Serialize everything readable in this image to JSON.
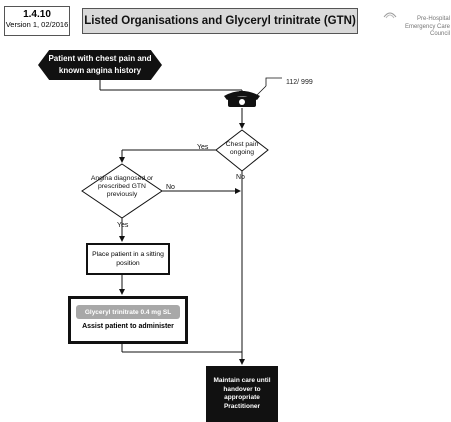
{
  "header": {
    "code": "1.4.10",
    "version": "Version 1, 02/2016",
    "title": "Listed Organisations and Glyceryl trinitrate (GTN)",
    "org_line1": "Pre-Hospital",
    "org_line2": "Emergency Care",
    "org_line3": "Council"
  },
  "flow": {
    "start": "Patient with chest pain and known angina history",
    "callout": "112/ 999",
    "decision1": "Chest pain ongoing",
    "decision2": "Angina diagnosed or prescribed GTN previously",
    "yes1": "Yes",
    "no1": "No",
    "no2": "No",
    "yes2": "Yes",
    "step1": "Place patient in a sitting position",
    "med": "Glyceryl trinitrate 0.4 mg SL",
    "step2": "Assist patient to administer",
    "end": "Maintain care until handover to appropriate Practitioner"
  }
}
